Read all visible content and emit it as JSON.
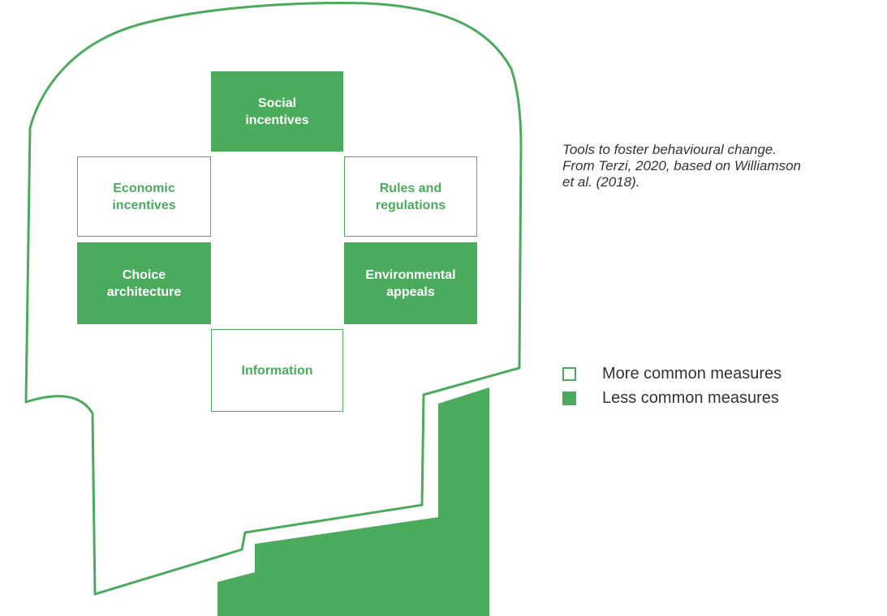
{
  "colors": {
    "accent": "#4aab5d",
    "text": "#333333",
    "background": "#ffffff"
  },
  "diagram": {
    "boxes": {
      "social": {
        "label": "Social\nincentives",
        "style": "filled"
      },
      "economic": {
        "label": "Economic\nincentives",
        "style": "outline"
      },
      "rules": {
        "label": "Rules and\nregulations",
        "style": "outline"
      },
      "choice": {
        "label": "Choice\narchitecture",
        "style": "filled"
      },
      "environmental": {
        "label": "Environmental\nappeals",
        "style": "filled"
      },
      "information": {
        "label": "Information",
        "style": "outline"
      }
    }
  },
  "caption": {
    "line1": "Tools to foster behavioural change.",
    "line2": "From Terzi, 2020,  based on Williamson",
    "line3": "et al. (2018)."
  },
  "legend": {
    "items": [
      {
        "label": "More common measures",
        "style": "outline"
      },
      {
        "label": "Less common measures",
        "style": "filled"
      }
    ]
  }
}
